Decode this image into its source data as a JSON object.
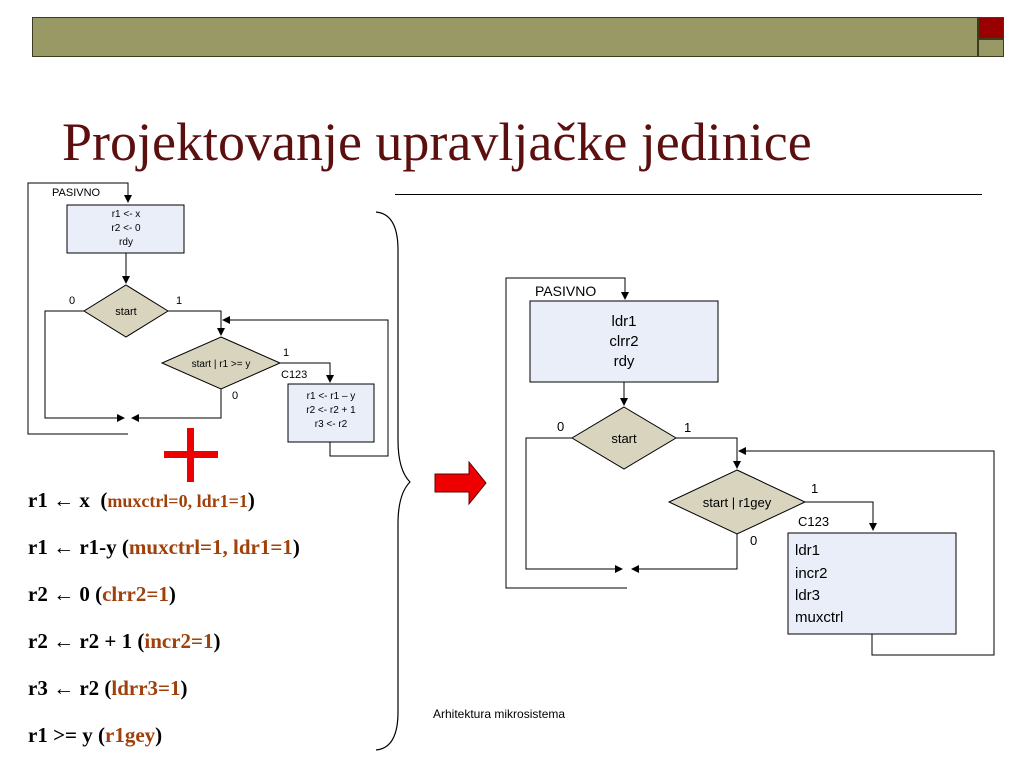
{
  "slide": {
    "title": "Projektovanje upravljačke jedinice",
    "footer": "Arhitektura mikrosistema",
    "colors": {
      "bar": "#999966",
      "accent": "#990000",
      "title": "#5c0f0f",
      "control": "#a0400a",
      "box_fill": "#e9eef8",
      "diamond_fill": "#d9d4bd",
      "arrow_red": "#ee0000"
    }
  },
  "left_chart": {
    "state_label": "PASIVNO",
    "box1_lines": [
      "r1 <- x",
      "r2 <- 0",
      "rdy"
    ],
    "diamond1": "start",
    "diamond1_no": "0",
    "diamond1_yes": "1",
    "diamond2": "start | r1 >= y",
    "diamond2_yes": "1",
    "diamond2_no": "0",
    "state2_label": "C123",
    "box2_lines": [
      "r1 <- r1 – y",
      "r2 <- r2 + 1",
      "r3 <- r2"
    ]
  },
  "right_chart": {
    "state_label": "PASIVNO",
    "box1_lines": [
      "ldr1",
      "clrr2",
      "rdy"
    ],
    "diamond1": "start",
    "diamond1_no": "0",
    "diamond1_yes": "1",
    "diamond2": "start | r1gey",
    "diamond2_yes": "1",
    "diamond2_no": "0",
    "state2_label": "C123",
    "box2_lines": [
      "ldr1",
      "incr2",
      "ldr3",
      "muxctrl"
    ]
  },
  "equations": [
    {
      "expr": "r1 ← x",
      "open": "(",
      "ctrl": "muxctrl=0, ldr1=1",
      "close": ")"
    },
    {
      "expr": "r1 ← r1-y",
      "open": "(",
      "ctrl": "muxctrl=1, ldr1=1",
      "close": ")"
    },
    {
      "expr": "r2 ← 0",
      "open": "(",
      "ctrl": "clrr2=1",
      "close": ")"
    },
    {
      "expr": "r2 ← r2 + 1",
      "open": "(",
      "ctrl": "incr2=1",
      "close": ")"
    },
    {
      "expr": "r3 ← r2",
      "open": "(",
      "ctrl": "ldrr3=1",
      "close": ")"
    },
    {
      "expr": "r1 >= y",
      "open": "(",
      "ctrl": "r1gey",
      "close": ")"
    }
  ]
}
